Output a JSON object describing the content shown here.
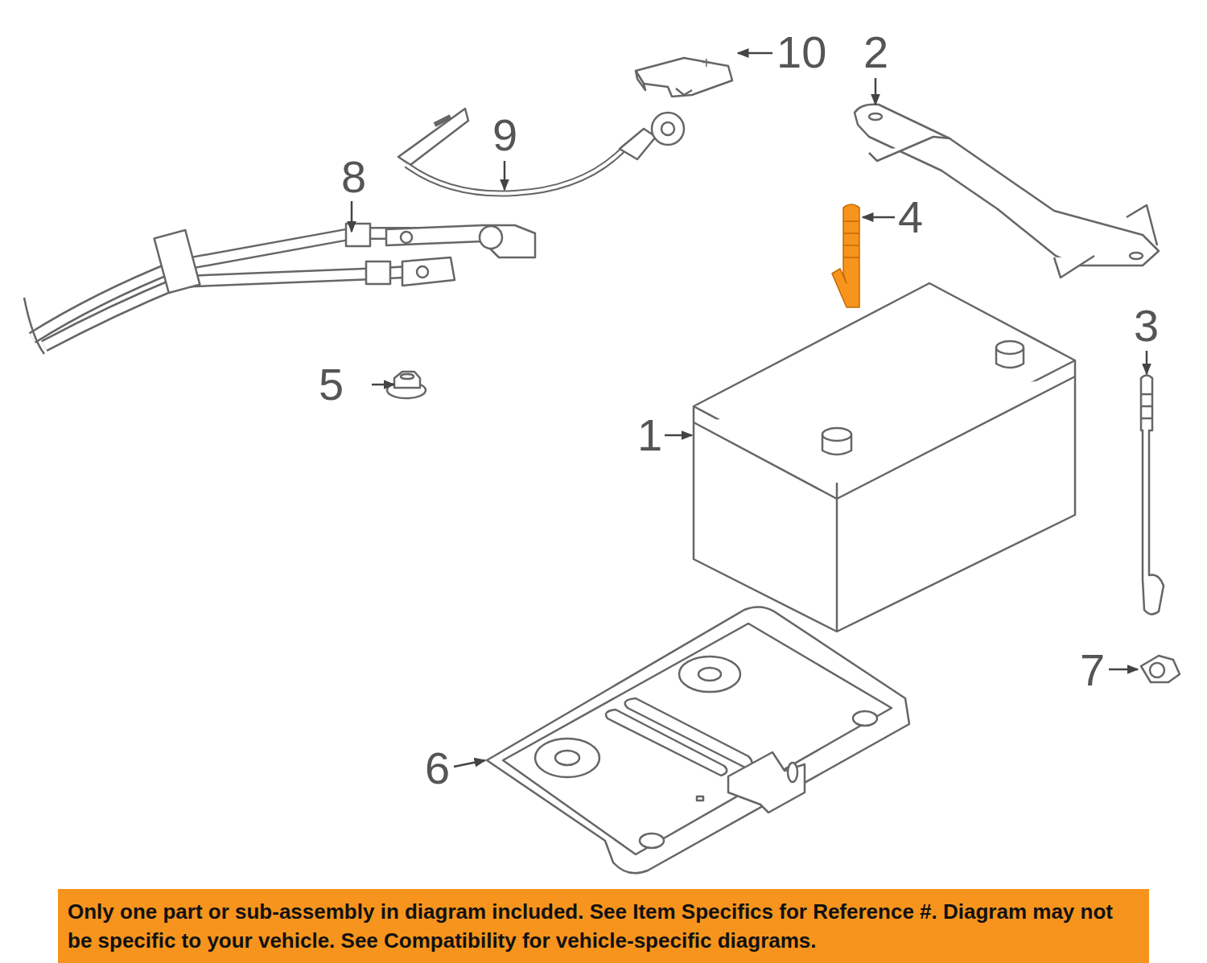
{
  "diagram": {
    "nodes": [
      {
        "text": [
          "Only one part or sub-assembly in diagram included. See Item Specifics for Reference #. Diagram may not be specific to your vehicle. See Compatibility for vehicle-specific diagrams."
        ]
      }
    ],
    "labels": [
      "10",
      "+",
      "2",
      "9",
      "8",
      "4",
      "3",
      "5",
      "1",
      "7",
      "6"
    ]
  }
}
